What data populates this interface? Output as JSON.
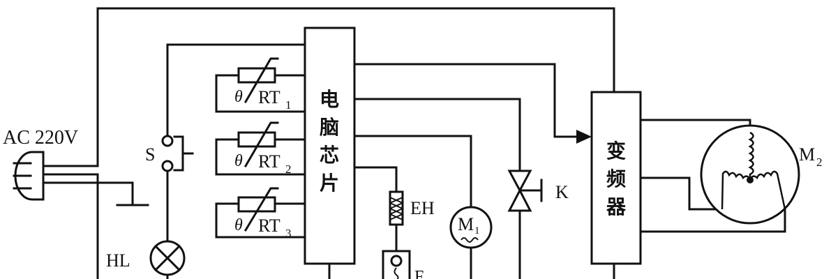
{
  "labels": {
    "ac_source": "AC 220V",
    "switch": "S",
    "lamp": "HL",
    "theta": "θ",
    "rt1_base": "RT",
    "rt1_sub": "1",
    "rt2_base": "RT",
    "rt2_sub": "2",
    "rt3_base": "RT",
    "rt3_sub": "3",
    "heater": "EH",
    "fan_motor_base": "M",
    "fan_motor_sub": "1",
    "valve": "K",
    "compressor_base": "M",
    "compressor_sub": "2",
    "bottom_cut_label": "F",
    "chip_chars": [
      "电",
      "脑",
      "芯",
      "片"
    ],
    "inverter_chars": [
      "变",
      "频",
      "器"
    ]
  }
}
